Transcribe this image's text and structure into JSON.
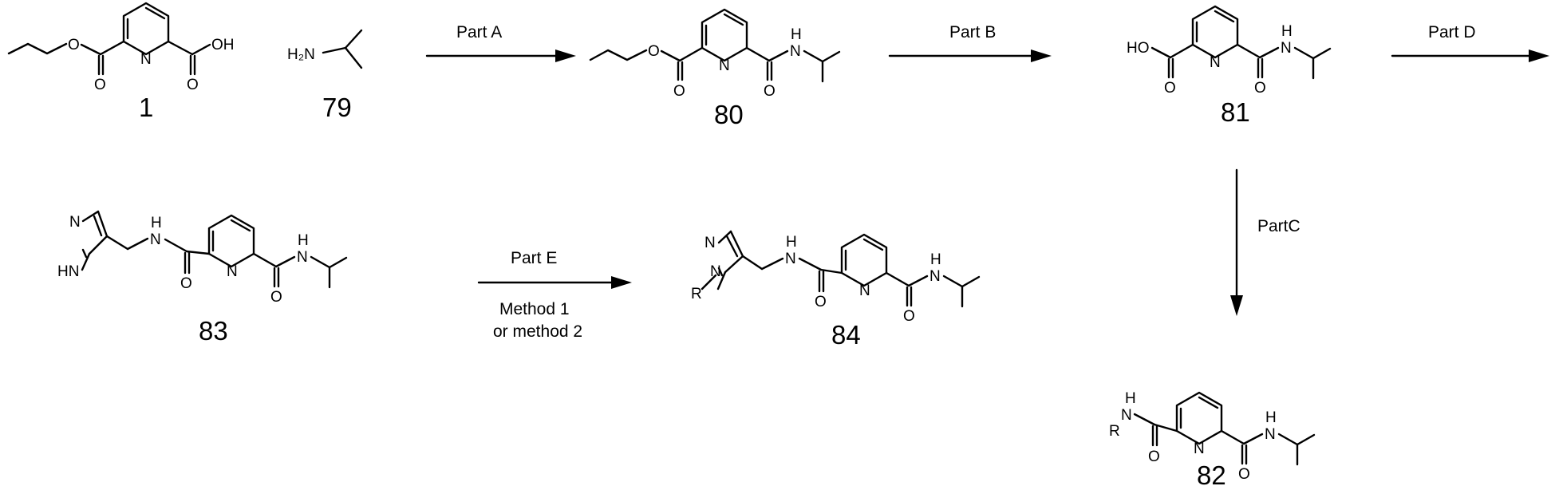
{
  "compounds": [
    {
      "id": "c1",
      "number": "1"
    },
    {
      "id": "c79",
      "number": "79"
    },
    {
      "id": "c80",
      "number": "80"
    },
    {
      "id": "c81",
      "number": "81"
    },
    {
      "id": "c83",
      "number": "83"
    },
    {
      "id": "c84",
      "number": "84"
    },
    {
      "id": "c82",
      "number": "82"
    }
  ],
  "steps": {
    "part_a": "Part A",
    "part_b": "Part B",
    "part_c": "PartC",
    "part_d": "Part D",
    "part_e": "Part E",
    "part_e_method_1": "Method 1",
    "part_e_method_2": "or method 2"
  },
  "atom_labels": {
    "O": "O",
    "OH": "OH",
    "HO": "HO",
    "N": "N",
    "H": "H",
    "HN": "HN",
    "H2N": "H₂N",
    "R": "R"
  }
}
